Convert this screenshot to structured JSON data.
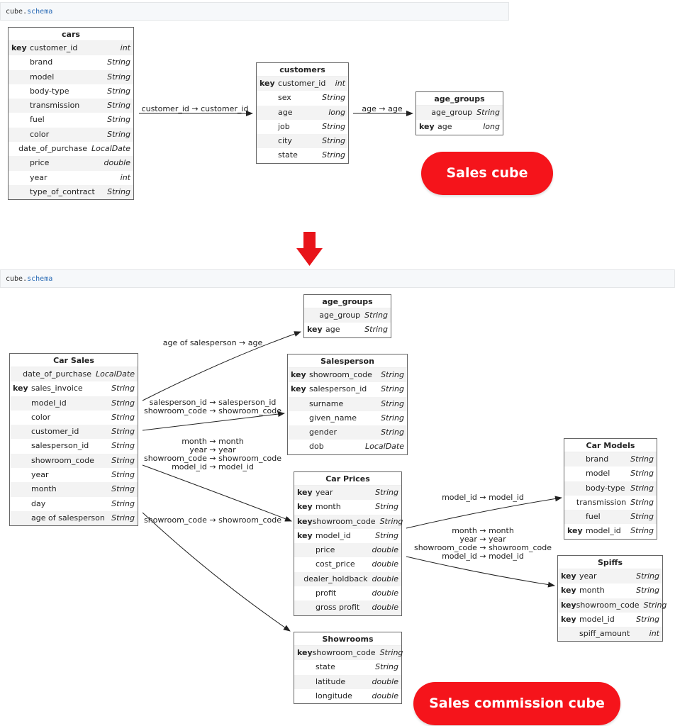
{
  "code1": {
    "prefix": "cube.",
    "kw": "schema"
  },
  "code2": {
    "prefix": "cube.",
    "kw": "schema"
  },
  "tables": {
    "cars": {
      "title": "cars",
      "rows": [
        {
          "key": "key",
          "field": "customer_id",
          "type": "int"
        },
        {
          "key": "",
          "field": "brand",
          "type": "String"
        },
        {
          "key": "",
          "field": "model",
          "type": "String"
        },
        {
          "key": "",
          "field": "body-type",
          "type": "String"
        },
        {
          "key": "",
          "field": "transmission",
          "type": "String"
        },
        {
          "key": "",
          "field": "fuel",
          "type": "String"
        },
        {
          "key": "",
          "field": "color",
          "type": "String"
        },
        {
          "key": "",
          "field": "date_of_purchase",
          "type": "LocalDate"
        },
        {
          "key": "",
          "field": "price",
          "type": "double"
        },
        {
          "key": "",
          "field": "year",
          "type": "int"
        },
        {
          "key": "",
          "field": "type_of_contract",
          "type": "String"
        }
      ]
    },
    "customers": {
      "title": "customers",
      "rows": [
        {
          "key": "key",
          "field": "customer_id",
          "type": "int"
        },
        {
          "key": "",
          "field": "sex",
          "type": "String"
        },
        {
          "key": "",
          "field": "age",
          "type": "long"
        },
        {
          "key": "",
          "field": "job",
          "type": "String"
        },
        {
          "key": "",
          "field": "city",
          "type": "String"
        },
        {
          "key": "",
          "field": "state",
          "type": "String"
        }
      ]
    },
    "age_groups_1": {
      "title": "age_groups",
      "rows": [
        {
          "key": "",
          "field": "age_group",
          "type": "String"
        },
        {
          "key": "key",
          "field": "age",
          "type": "long"
        }
      ]
    },
    "age_groups_2": {
      "title": "age_groups",
      "rows": [
        {
          "key": "",
          "field": "age_group",
          "type": "String"
        },
        {
          "key": "key",
          "field": "age",
          "type": "String"
        }
      ]
    },
    "car_sales": {
      "title": "Car Sales",
      "rows": [
        {
          "key": "",
          "field": "date_of_purchase",
          "type": "LocalDate"
        },
        {
          "key": "key",
          "field": "sales_invoice",
          "type": "String"
        },
        {
          "key": "",
          "field": "model_id",
          "type": "String"
        },
        {
          "key": "",
          "field": "color",
          "type": "String"
        },
        {
          "key": "",
          "field": "customer_id",
          "type": "String"
        },
        {
          "key": "",
          "field": "salesperson_id",
          "type": "String"
        },
        {
          "key": "",
          "field": "showroom_code",
          "type": "String"
        },
        {
          "key": "",
          "field": "year",
          "type": "String"
        },
        {
          "key": "",
          "field": "month",
          "type": "String"
        },
        {
          "key": "",
          "field": "day",
          "type": "String"
        },
        {
          "key": "",
          "field": "age of salesperson",
          "type": "String"
        }
      ]
    },
    "salesperson": {
      "title": "Salesperson",
      "rows": [
        {
          "key": "key",
          "field": "showroom_code",
          "type": "String"
        },
        {
          "key": "key",
          "field": "salesperson_id",
          "type": "String"
        },
        {
          "key": "",
          "field": "surname",
          "type": "String"
        },
        {
          "key": "",
          "field": "given_name",
          "type": "String"
        },
        {
          "key": "",
          "field": "gender",
          "type": "String"
        },
        {
          "key": "",
          "field": "dob",
          "type": "LocalDate"
        }
      ]
    },
    "car_prices": {
      "title": "Car Prices",
      "rows": [
        {
          "key": "key",
          "field": "year",
          "type": "String"
        },
        {
          "key": "key",
          "field": "month",
          "type": "String"
        },
        {
          "key": "key",
          "field": "showroom_code",
          "type": "String"
        },
        {
          "key": "key",
          "field": "model_id",
          "type": "String"
        },
        {
          "key": "",
          "field": "price",
          "type": "double"
        },
        {
          "key": "",
          "field": "cost_price",
          "type": "double"
        },
        {
          "key": "",
          "field": "dealer_holdback",
          "type": "double"
        },
        {
          "key": "",
          "field": "profit",
          "type": "double"
        },
        {
          "key": "",
          "field": "gross profit",
          "type": "double"
        }
      ]
    },
    "showrooms": {
      "title": "Showrooms",
      "rows": [
        {
          "key": "key",
          "field": "showroom_code",
          "type": "String"
        },
        {
          "key": "",
          "field": "state",
          "type": "String"
        },
        {
          "key": "",
          "field": "latitude",
          "type": "double"
        },
        {
          "key": "",
          "field": "longitude",
          "type": "double"
        }
      ]
    },
    "car_models": {
      "title": "Car Models",
      "rows": [
        {
          "key": "",
          "field": "brand",
          "type": "String"
        },
        {
          "key": "",
          "field": "model",
          "type": "String"
        },
        {
          "key": "",
          "field": "body-type",
          "type": "String"
        },
        {
          "key": "",
          "field": "transmission",
          "type": "String"
        },
        {
          "key": "",
          "field": "fuel",
          "type": "String"
        },
        {
          "key": "key",
          "field": "model_id",
          "type": "String"
        }
      ]
    },
    "spiffs": {
      "title": "Spiffs",
      "rows": [
        {
          "key": "key",
          "field": "year",
          "type": "String"
        },
        {
          "key": "key",
          "field": "month",
          "type": "String"
        },
        {
          "key": "key",
          "field": "showroom_code",
          "type": "String"
        },
        {
          "key": "key",
          "field": "model_id",
          "type": "String"
        },
        {
          "key": "",
          "field": "spiff_amount",
          "type": "int"
        }
      ]
    }
  },
  "edges1": [
    {
      "id": "cars-customers",
      "lines": [
        "customer_id → customer_id"
      ]
    },
    {
      "id": "customers-age",
      "lines": [
        "age → age"
      ]
    }
  ],
  "edges2": [
    {
      "id": "sales-age",
      "lines": [
        "age of salesperson → age"
      ]
    },
    {
      "id": "sales-salesperson",
      "lines": [
        "salesperson_id → salesperson_id",
        "showroom_code → showroom_code"
      ]
    },
    {
      "id": "sales-prices",
      "lines": [
        "month → month",
        "year → year",
        "showroom_code → showroom_code",
        "model_id → model_id"
      ]
    },
    {
      "id": "sales-showrooms",
      "lines": [
        "showroom_code → showroom_code"
      ]
    },
    {
      "id": "prices-models",
      "lines": [
        "model_id → model_id"
      ]
    },
    {
      "id": "prices-spiffs",
      "lines": [
        "month → month",
        "year → year",
        "showroom_code → showroom_code",
        "model_id → model_id"
      ]
    }
  ],
  "labels": {
    "sales_cube": "Sales cube",
    "commission_cube": "Sales commission cube"
  },
  "colors": {
    "accent": "#f5141b",
    "arrow": "#e8141a"
  }
}
